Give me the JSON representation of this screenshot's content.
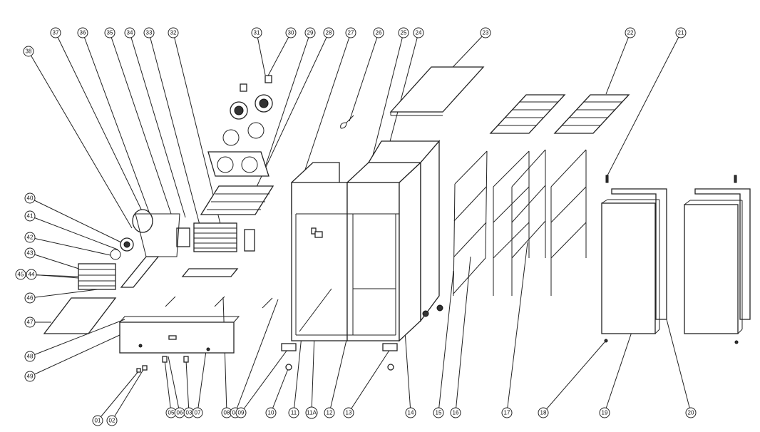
{
  "callouts": {
    "top": [
      "37",
      "36",
      "35",
      "34",
      "33",
      "32",
      "31",
      "30",
      "29",
      "28",
      "27",
      "26",
      "25",
      "24",
      "23",
      "22",
      "21"
    ],
    "left": [
      "38",
      "40",
      "41",
      "42",
      "43",
      "45",
      "44",
      "46",
      "47",
      "48",
      "49"
    ],
    "bottom": [
      "01",
      "02",
      "05",
      "06",
      "03",
      "07",
      "08",
      "04",
      "09",
      "10",
      "11",
      "11A",
      "12",
      "13",
      "14",
      "15",
      "16",
      "17",
      "18",
      "19",
      "20"
    ]
  },
  "colors": {
    "line": "#222222",
    "background": "#ffffff"
  }
}
